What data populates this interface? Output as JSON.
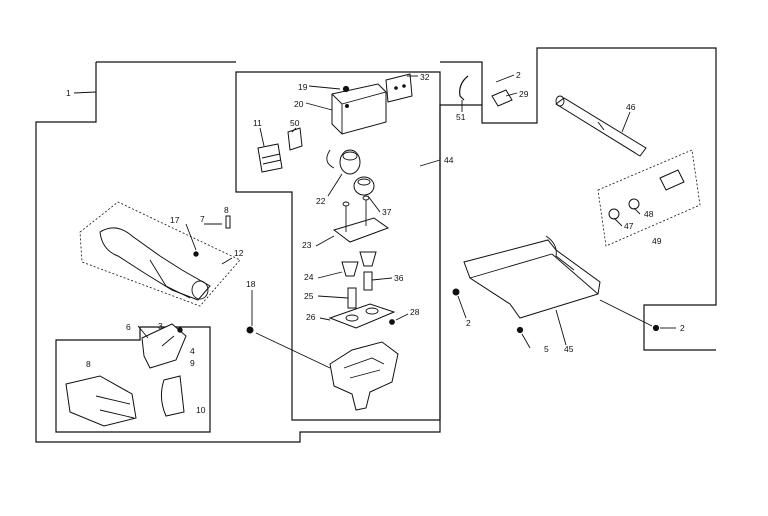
{
  "diagram": {
    "callouts": [
      {
        "key": "c1",
        "text": "1"
      },
      {
        "key": "c19",
        "text": "19"
      },
      {
        "key": "c32",
        "text": "32"
      },
      {
        "key": "c20",
        "text": "20"
      },
      {
        "key": "c11",
        "text": "11"
      },
      {
        "key": "c50",
        "text": "50"
      },
      {
        "key": "c22",
        "text": "22"
      },
      {
        "key": "c37",
        "text": "37"
      },
      {
        "key": "c51",
        "text": "51"
      },
      {
        "key": "c2a",
        "text": "2"
      },
      {
        "key": "c29",
        "text": "29"
      },
      {
        "key": "c46",
        "text": "46"
      },
      {
        "key": "c44",
        "text": "44"
      },
      {
        "key": "c7",
        "text": "7"
      },
      {
        "key": "c8",
        "text": "8"
      },
      {
        "key": "c17",
        "text": "17"
      },
      {
        "key": "c12",
        "text": "12"
      },
      {
        "key": "c23",
        "text": "23"
      },
      {
        "key": "c24",
        "text": "24"
      },
      {
        "key": "c36",
        "text": "36"
      },
      {
        "key": "c25",
        "text": "25"
      },
      {
        "key": "c26",
        "text": "26"
      },
      {
        "key": "c28",
        "text": "28"
      },
      {
        "key": "c18",
        "text": "18"
      },
      {
        "key": "c6",
        "text": "6"
      },
      {
        "key": "c3",
        "text": "3"
      },
      {
        "key": "c4",
        "text": "4"
      },
      {
        "key": "c9",
        "text": "9"
      },
      {
        "key": "c8b",
        "text": "8"
      },
      {
        "key": "c10",
        "text": "10"
      },
      {
        "key": "c2b",
        "text": "2"
      },
      {
        "key": "c47",
        "text": "47"
      },
      {
        "key": "c48",
        "text": "48"
      },
      {
        "key": "c49",
        "text": "49"
      },
      {
        "key": "c5",
        "text": "5"
      },
      {
        "key": "c45",
        "text": "45"
      },
      {
        "key": "c2c",
        "text": "2"
      }
    ]
  }
}
